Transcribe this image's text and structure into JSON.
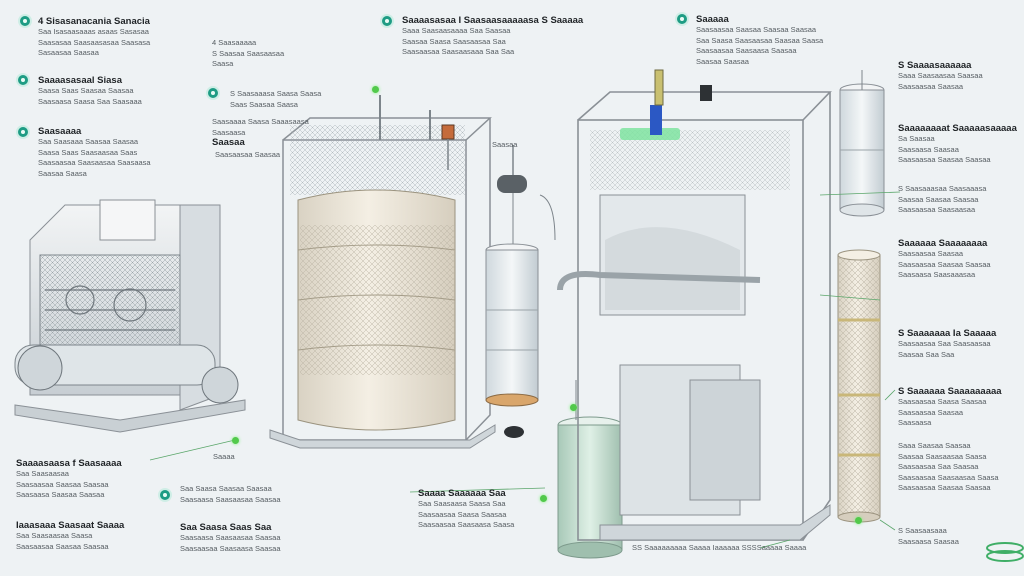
{
  "colors": {
    "accent": "#1e9c84",
    "highlight_green": "#52c94b",
    "background": "#eef2f4",
    "frame": "#8a9096",
    "glass": "#dfe6ea",
    "filter_cream": "#efe9dc"
  },
  "labels": {
    "l1": {
      "title": "4 Sisasanacania Sanacia",
      "desc": [
        "Saa Isasaasaaas asaas Sasasaa",
        "Saasasaa Saasaasasaa Saasasa",
        "Sasaasaa Saasaa"
      ]
    },
    "l2": {
      "title": "Saaaasasaal Siasa",
      "desc": [
        "Saasa Saas Saasaa Saasaa",
        "Saasaasa Saasa Saa Saasaaa"
      ]
    },
    "l3": {
      "title": "Saasaaaa",
      "desc": [
        "Saa Saasaaa Saasaa Saasaa",
        "Saasa Saas Saasaasaa Saas",
        "Saasaasaa Saasaasaa Saasaasa",
        "Saasaa Saasa"
      ]
    },
    "l4": {
      "title": "Saaaasaasa f Saasaaaa",
      "desc": [
        "Saa Saasaasaa",
        "Saasaasaa Saasaa Saasaa",
        "Saasaasa Saasaa Saasaa"
      ]
    },
    "l5": {
      "title": "Iaaasaaa Saasaat Saaaa",
      "desc": [
        "Saa Saasaasaa Saasa",
        "Saasaasaa Saasaa Saasaa"
      ]
    },
    "l6": {
      "title": "",
      "desc": [
        "4  Saasaaaaa",
        "S  Saasaa Saasaasaa",
        "Saasa"
      ]
    },
    "l7": {
      "title": "",
      "desc": [
        "S  Saasaaasa Saasa Saasa",
        "Saas Saasaa Saasa"
      ]
    },
    "l8": {
      "title": "Saasaaaa Saasa Saaasaasa",
      "desc": [
        "Saasaasa"
      ]
    },
    "l9": {
      "title": "Saasaa",
      "desc": []
    },
    "l10": {
      "title": "Saaaa",
      "desc": [
        "Saa Saasa Saasaa Saasaa",
        "Saasaasaa Saasaa"
      ]
    },
    "l11": {
      "title": "Saa Saasa Saas Saa",
      "desc": [
        "Saasaasa Saasaasaa Saasaa",
        "Saasaasaa Saasaasa Saasaa"
      ]
    },
    "l12": {
      "title": "Saaaasasaa I Saasaasaaaaasa S Saaaaa",
      "desc": [
        "Saaa Saasaasaaaa Saa Saasaa",
        "Saasaa Saasa Saasaasaa Saa",
        "Saasaasaa Saasaasaaa Saa Saa"
      ]
    },
    "l13": {
      "title": "Saaaa Saaaaaa Saa",
      "desc": [
        "Saa Saasaasa Saasa Saa",
        "Saasaasaa Saasa Saasaa",
        "Saasaasaa Saasaasa Saasa"
      ]
    },
    "l14": {
      "title": "Saaaaa",
      "desc": [
        "Saasaasaa Saasaa Saasaa Saasaa",
        "Saa Saasa Saasaasaa Saasaa Saasa",
        "Saasaasaa Saasaasa Saasaa",
        "Saasaa Saasaa"
      ]
    },
    "l15": {
      "title": "S Saaaasaaaaaa",
      "desc": [
        "Saaa Saasaasaa Saasaa",
        "Saasaasaa Saasaa"
      ]
    },
    "l16": {
      "title": "Saaaaaaaat Saaaaasaaaaa",
      "desc": [
        "Sa Saasaa",
        "Saasaasa Saasaa",
        "Saasaasaa Saasaa Saasaa"
      ]
    },
    "l17": {
      "title": "S  Saasaaasaa Saasaaasa",
      "desc": [
        "Saasaa Saasaa Saasaa",
        "Saasaasaa Saasaasaa"
      ]
    },
    "l18": {
      "title": "Saaaaaa Saaaaaaaa",
      "desc": [
        "Saasaasaa Saasaa",
        "Saasaasaa Saasaa Saasaa",
        "Saasaasa Saasaaasaa"
      ]
    },
    "l19": {
      "title": "S  Saaaaaaa Ia Saaaaa",
      "desc": [
        "Saasaasaa Saa Saasaasaa",
        "Saasaa Saa Saa"
      ]
    },
    "l20": {
      "title": "S  Saaaaaa Saaaaaaaaa",
      "desc": [
        "Saasaasaa Saasa Saasaa",
        "Saasaasaa Saasaa",
        "Saasaasa"
      ]
    },
    "l21": {
      "title": "",
      "desc": [
        "Saaa Saasaa Saasaa",
        "Saasaa Saasaasaa Saasa",
        "Saasaasaa Saa Saasaa",
        "Saasaasaa Saasaasaa Saasa",
        "Saasaasaa Saasaa Saasaa"
      ]
    },
    "l22": {
      "title": "",
      "desc": [
        "S  Saasaasaaa",
        "Saasaasa Saasaa"
      ]
    },
    "l23": {
      "title": "SS Saaaaaaaaa Saaaa Iaaaaaa SSSSaaaaa Saaaa",
      "desc": []
    }
  }
}
